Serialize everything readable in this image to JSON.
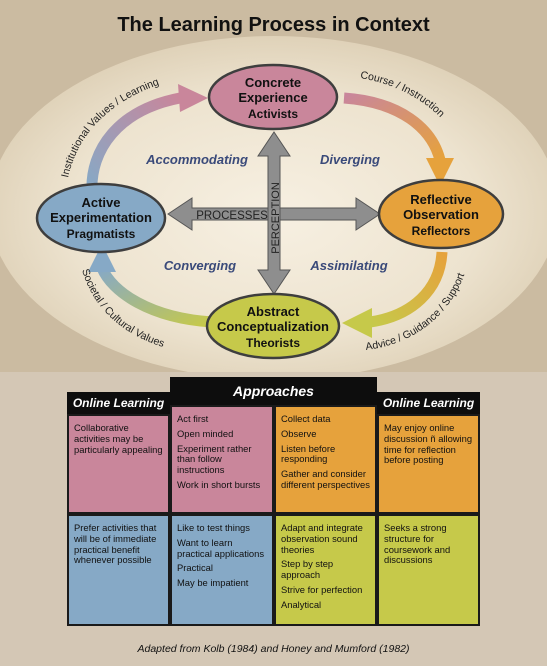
{
  "title": "The Learning Process in Context",
  "colors": {
    "pink": "#d4879b",
    "orange": "#e6a23c",
    "blue": "#86a9c6",
    "green": "#c6c94a"
  },
  "nodes": {
    "top": {
      "line1": "Concrete",
      "line2": "Experience",
      "line3": "Activists"
    },
    "right": {
      "line1": "Reflective",
      "line2": "Observation",
      "line3": "Reflectors"
    },
    "bottom": {
      "line1": "Abstract",
      "line2": "Conceptualization",
      "line3": "Theorists"
    },
    "left": {
      "line1": "Active",
      "line2": "Experimentation",
      "line3": "Pragmatists"
    }
  },
  "quadrants": {
    "top_left": "Accommodating",
    "top_right": "Diverging",
    "bottom_left": "Converging",
    "bottom_right": "Assimilating"
  },
  "axes": {
    "horizontal": "PROCESSES",
    "vertical": "PERCEPTION"
  },
  "arcs": {
    "top_left": "Institutional Values / Learning",
    "top_right": "Course / Instruction",
    "bottom_right": "Advice / Guidance / Support",
    "bottom_left": "Societal / Cultural Values"
  },
  "table": {
    "header_center": "Approaches",
    "header_left": "Online Learning",
    "header_right": "Online Learning",
    "row1": {
      "left": [
        "Collaborative activities may be particularly appealing"
      ],
      "col2": [
        "Act first",
        "Open minded",
        "Experiment rather than follow instructions",
        "Work in short bursts"
      ],
      "col3": [
        "Collect data",
        "Observe",
        "Listen before responding",
        "Gather and consider different perspectives"
      ],
      "right": [
        "May enjoy online discussion ñ allowing time for reflection before posting"
      ]
    },
    "row2": {
      "left": [
        "Prefer activities that will be of immediate practical benefit whenever possible"
      ],
      "col2": [
        "Like to test things",
        "Want to learn practical applications",
        "Practical",
        "May be impatient"
      ],
      "col3": [
        "Adapt and integrate observation sound theories",
        "Step by step approach",
        "Strive for perfection",
        "Analytical"
      ],
      "right": [
        "Seeks a strong structure for coursework and discussions"
      ]
    }
  },
  "citation": "Adapted from Kolb (1984) and Honey and Mumford (1982)"
}
